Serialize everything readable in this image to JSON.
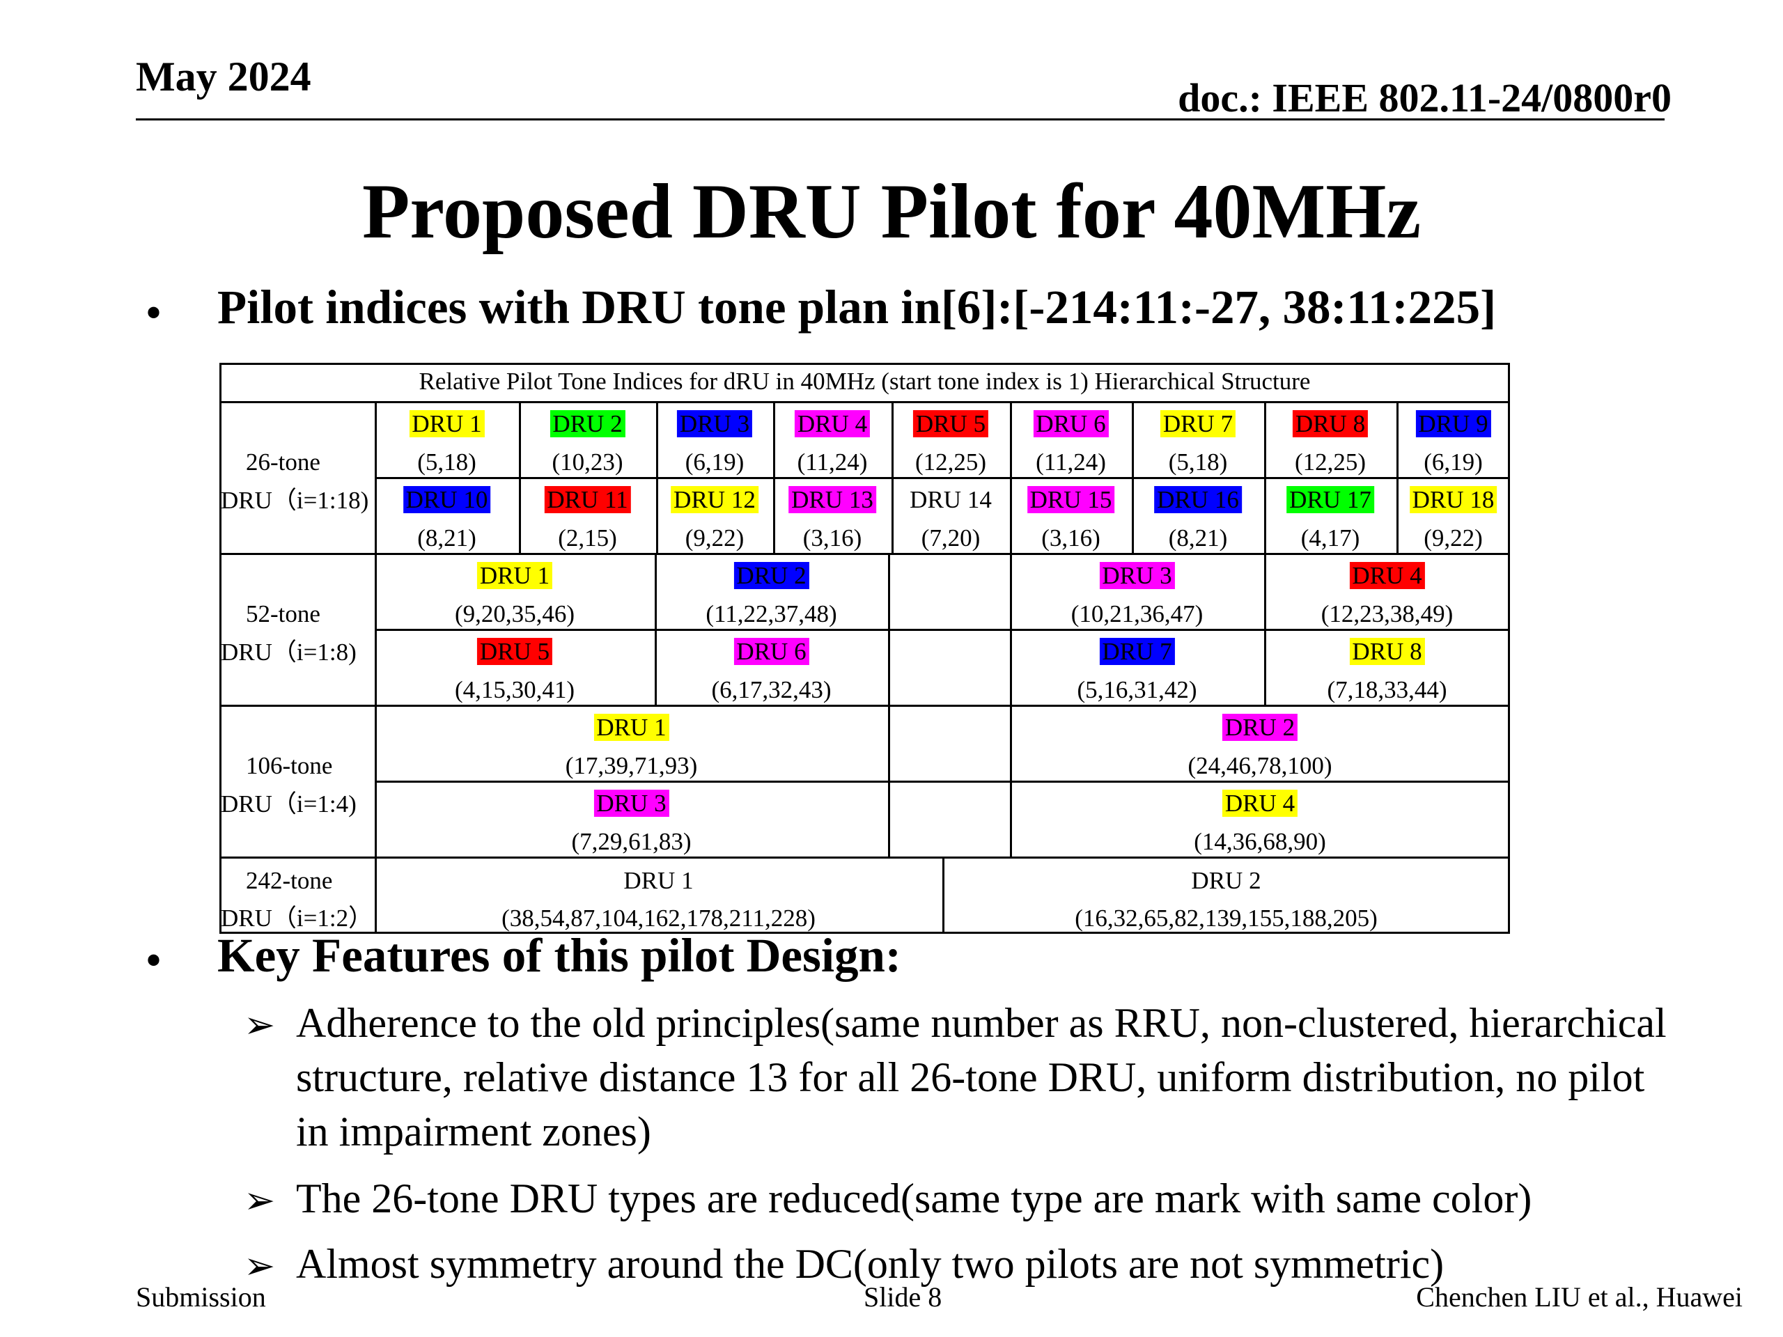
{
  "header": {
    "date": "May 2024",
    "doc": "doc.: IEEE 802.11-24/0800r0"
  },
  "title": "Proposed DRU Pilot for 40MHz",
  "bullets": {
    "b1": "Pilot indices with DRU tone plan in[6]:[-214:11:-27, 38:11:225]",
    "b2": "Key Features of this pilot Design:",
    "dot": "•",
    "arrow": "➢",
    "sub": [
      "Adherence to the old principles(same number as RRU, non-clustered, hierarchical structure, relative distance 13 for all 26-tone DRU, uniform distribution, no pilot in impairment zones)",
      "The 26-tone DRU types are reduced(same type are mark with same color)",
      "Almost symmetry around the DC(only two pilots are not symmetric)"
    ]
  },
  "table": {
    "caption": "Relative Pilot Tone Indices for dRU in 40MHz (start tone index is 1)  Hierarchical Structure",
    "rows": {
      "t26": {
        "label1": "26-tone",
        "label2": "DRU（i=1:18)",
        "row1": [
          {
            "name": "DRU 1",
            "idx": "(5,18)",
            "color": "yellow"
          },
          {
            "name": "DRU 2",
            "idx": "(10,23)",
            "color": "green"
          },
          {
            "name": "DRU 3",
            "idx": "(6,19)",
            "color": "blue"
          },
          {
            "name": "DRU 4",
            "idx": "(11,24)",
            "color": "magenta"
          },
          {
            "name": "DRU 5",
            "idx": "(12,25)",
            "color": "red"
          },
          {
            "name": "DRU 6",
            "idx": "(11,24)",
            "color": "magenta"
          },
          {
            "name": "DRU 7",
            "idx": "(5,18)",
            "color": "yellow"
          },
          {
            "name": "DRU 8",
            "idx": "(12,25)",
            "color": "red"
          },
          {
            "name": "DRU 9",
            "idx": "(6,19)",
            "color": "blue"
          }
        ],
        "row2": [
          {
            "name": "DRU 10",
            "idx": "(8,21)",
            "color": "blue"
          },
          {
            "name": "DRU 11",
            "idx": "(2,15)",
            "color": "red"
          },
          {
            "name": "DRU 12",
            "idx": "(9,22)",
            "color": "yellow"
          },
          {
            "name": "DRU 13",
            "idx": "(3,16)",
            "color": "magenta"
          },
          {
            "name": "DRU 14",
            "idx": "(7,20)",
            "color": "plain"
          },
          {
            "name": "DRU 15",
            "idx": "(3,16)",
            "color": "magenta"
          },
          {
            "name": "DRU 16",
            "idx": "(8,21)",
            "color": "blue"
          },
          {
            "name": "DRU 17",
            "idx": "(4,17)",
            "color": "green"
          },
          {
            "name": "DRU 18",
            "idx": "(9,22)",
            "color": "yellow"
          }
        ]
      },
      "t52": {
        "label1": "52-tone",
        "label2": "DRU（i=1:8)",
        "row1": [
          {
            "name": "DRU 1",
            "idx": "(9,20,35,46)",
            "color": "yellow"
          },
          {
            "name": "DRU 2",
            "idx": "(11,22,37,48)",
            "color": "blue"
          },
          {
            "name": "DRU 3",
            "idx": "(10,21,36,47)",
            "color": "magenta"
          },
          {
            "name": "DRU 4",
            "idx": "(12,23,38,49)",
            "color": "red"
          }
        ],
        "row2": [
          {
            "name": "DRU 5",
            "idx": "(4,15,30,41)",
            "color": "red"
          },
          {
            "name": "DRU 6",
            "idx": "(6,17,32,43)",
            "color": "magenta"
          },
          {
            "name": "DRU 7",
            "idx": "(5,16,31,42)",
            "color": "blue"
          },
          {
            "name": "DRU 8",
            "idx": "(7,18,33,44)",
            "color": "yellow"
          }
        ]
      },
      "t106": {
        "label1": "106-tone",
        "label2": "DRU（i=1:4)",
        "row1": [
          {
            "name": "DRU 1",
            "idx": "(17,39,71,93)",
            "color": "yellow"
          },
          {
            "name": "DRU 2",
            "idx": "(24,46,78,100)",
            "color": "magenta"
          }
        ],
        "row2": [
          {
            "name": "DRU 3",
            "idx": "(7,29,61,83)",
            "color": "magenta"
          },
          {
            "name": "DRU 4",
            "idx": "(14,36,68,90)",
            "color": "yellow"
          }
        ]
      },
      "t242": {
        "label1": "242-tone",
        "label2": "DRU（i=1:2）",
        "row1": [
          {
            "name": "DRU 1",
            "idx": "(38,54,87,104,162,178,211,228)",
            "color": "plain"
          },
          {
            "name": "DRU 2",
            "idx": "(16,32,65,82,139,155,188,205)",
            "color": "plain"
          }
        ]
      }
    }
  },
  "footer": {
    "left": "Submission",
    "center": "Slide 8",
    "right": "Chenchen LIU et al., Huawei"
  }
}
